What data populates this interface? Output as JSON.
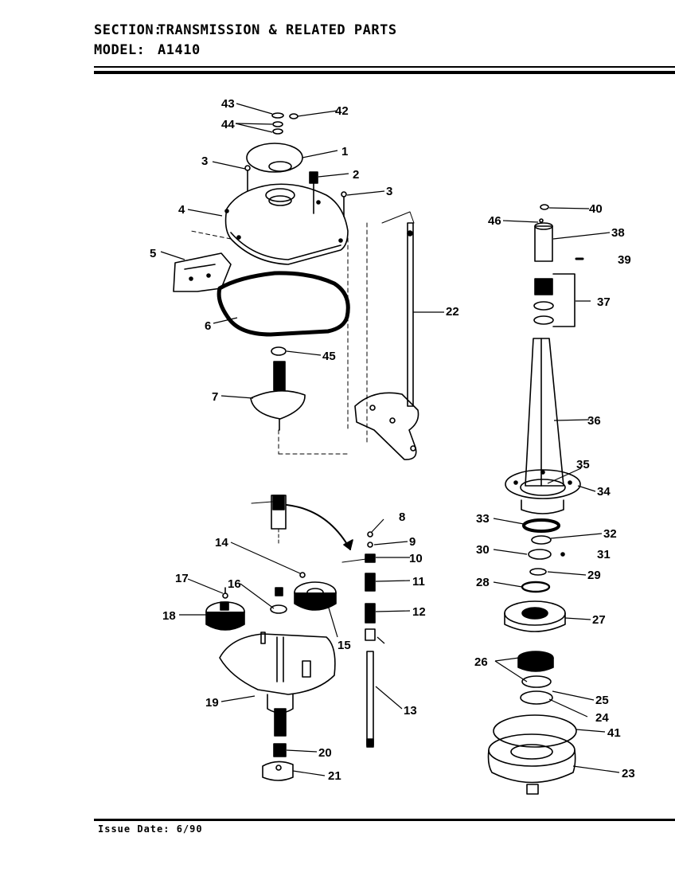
{
  "header": {
    "section_key": "SECTION:",
    "section_value": "TRANSMISSION & RELATED PARTS",
    "model_key": "MODEL:",
    "model_value": "A1410"
  },
  "footer": {
    "issue_date": "Issue Date: 6/90"
  },
  "callouts": [
    "1",
    "2",
    "3",
    "3",
    "4",
    "5",
    "6",
    "7",
    "8",
    "9",
    "10",
    "11",
    "12",
    "13",
    "14",
    "15",
    "16",
    "17",
    "18",
    "19",
    "20",
    "21",
    "22",
    "23",
    "24",
    "25",
    "26",
    "27",
    "28",
    "29",
    "30",
    "31",
    "32",
    "33",
    "34",
    "35",
    "36",
    "37",
    "38",
    "39",
    "40",
    "41",
    "42",
    "43",
    "44",
    "45",
    "46"
  ]
}
